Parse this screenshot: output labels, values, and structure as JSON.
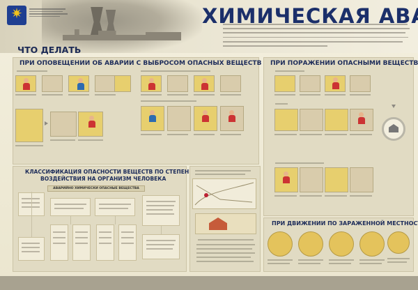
{
  "poster": {
    "title": "ХИМИЧЕСКАЯ АВАРИЯ",
    "what_to_do": "ЧТО ДЕЛАТЬ",
    "intro_text": ""
  },
  "sections": {
    "alert": {
      "title": "ПРИ ОПОВЕЩЕНИИ ОБ АВАРИИ С ВЫБРОСОМ ОПАСНЫХ ВЕЩЕСТВ",
      "at_home": "",
      "no_shelter": "",
      "leaving_zone": ""
    },
    "injury": {
      "title": "ПРИ ПОРАЖЕНИИ ОПАСНЫМИ ВЕЩЕСТВАМИ",
      "respiratory": "",
      "skin": "",
      "digestive": ""
    },
    "classification": {
      "title_line1": "КЛАССИФИКАЦИЯ ОПАСНОСТИ ВЕЩЕСТВ ПО СТЕПЕНИ",
      "title_line2": "ВОЗДЕЙСТВИЯ НА ОРГАНИЗМ ЧЕЛОВЕКА",
      "root": "АВАРИЙНО ХИМИЧЕСКИ ОПАСНЫЕ ВЕЩЕСТВА"
    },
    "emission": {
      "title": "",
      "order_title": ""
    },
    "movement": {
      "title": "ПРИ ДВИЖЕНИИ ПО ЗАРАЖЕННОЙ МЕСТНОСТИ"
    }
  },
  "colors": {
    "title_blue": "#1b2f6a",
    "panel_beige": "#e1dbc3",
    "picture_yellow": "#e7cf6e",
    "logo_blue": "#1f3f91"
  }
}
